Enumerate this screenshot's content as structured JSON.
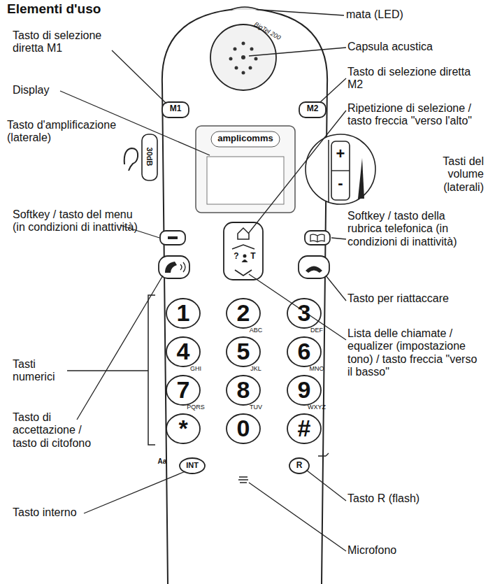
{
  "diagram": {
    "title": "Elementi d'uso",
    "labels": [
      "mata (LED)",
      "Tasto di selezione diretta M1",
      "Capsula acustica",
      "Tasto di selezione diretta M2",
      "Display",
      "Ripetizione di selezione / tasto freccia \"verso l'alto\"",
      "Tasto d'amplificazione (laterale)",
      "Tasti del volume (laterali)",
      "Softkey / tasto del menu (in condizioni di inattività)",
      "Softkey / tasto della rubrica telefonica (in condizioni di inattività)",
      "Tasto di accettazione / tasto di citofono",
      "Tasto per riattaccare",
      "Tasti numerici",
      "Lista delle chiamate / equalizer (impostazione tono) / tasto freccia \"verso il basso\"",
      "Tasto interno",
      "Tasto R (flash)",
      "Microfono",
      "BigTel 200",
      "M1",
      "M2",
      "amplicomms",
      "30dB",
      "+",
      "-",
      "?",
      "T",
      "1",
      "2",
      "3",
      "4",
      "5",
      "6",
      "7",
      "8",
      "9",
      "*",
      "0",
      "#",
      "ABC",
      "DEF",
      "GHI",
      "JKL",
      "MNO",
      "PQRS",
      "TUV",
      "WXYZ",
      "Aa",
      "INT",
      "R"
    ]
  }
}
